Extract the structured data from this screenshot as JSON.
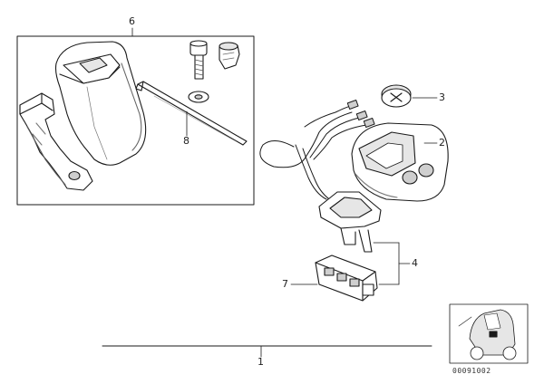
{
  "diagram": {
    "callouts": {
      "c1": "1",
      "c2": "2",
      "c3": "3",
      "c4": "4",
      "c6": "6",
      "c7": "7",
      "c8": "8"
    },
    "reference_number": "00091002",
    "colors": {
      "line": "#1a1a1a",
      "part_fill": "#ffffff",
      "shade": "#cfcfcf",
      "display": "#e6e6e6"
    },
    "icons": {
      "overview": "vehicle-location-thumbnail"
    }
  }
}
